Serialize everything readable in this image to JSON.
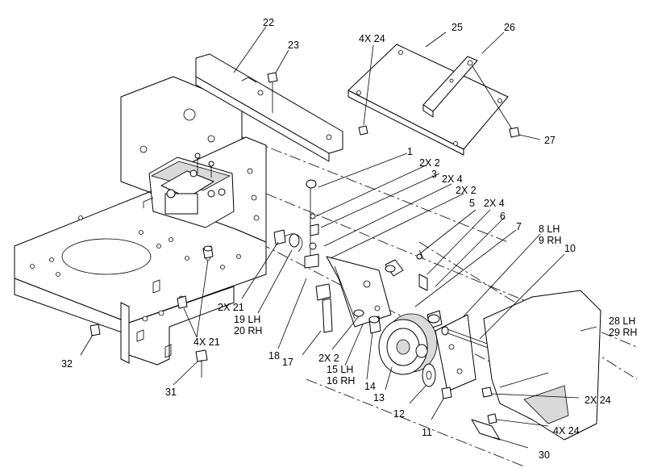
{
  "labels": {
    "l22": "22",
    "l23": "23",
    "l4x24a": "4X 24",
    "l25": "25",
    "l26": "26",
    "l27": "27",
    "l1": "1",
    "l2x2a": "2X 2",
    "l3": "3",
    "l2x4a": "2X 4",
    "l2x2b": "2X 2",
    "l5": "5",
    "l2x4b": "2X 4",
    "l6": "6",
    "l7": "7",
    "l8lh": "8 LH",
    "l9rh": "9 RH",
    "l10": "10",
    "l28lh": "28 LH",
    "l29rh": "29 RH",
    "l2x21": "2X 21",
    "l19lh": "19 LH",
    "l20rh": "20 RH",
    "l18": "18",
    "l17": "17",
    "l4x21": "4X 21",
    "l32": "32",
    "l31": "31",
    "l2x2c": "2X 2",
    "l15lh": "15 LH",
    "l16rh": "16 RH",
    "l14": "14",
    "l13": "13",
    "l12": "12",
    "l11": "11",
    "l2x24": "2X 24",
    "l4x24b": "4X 24",
    "l30": "30"
  }
}
